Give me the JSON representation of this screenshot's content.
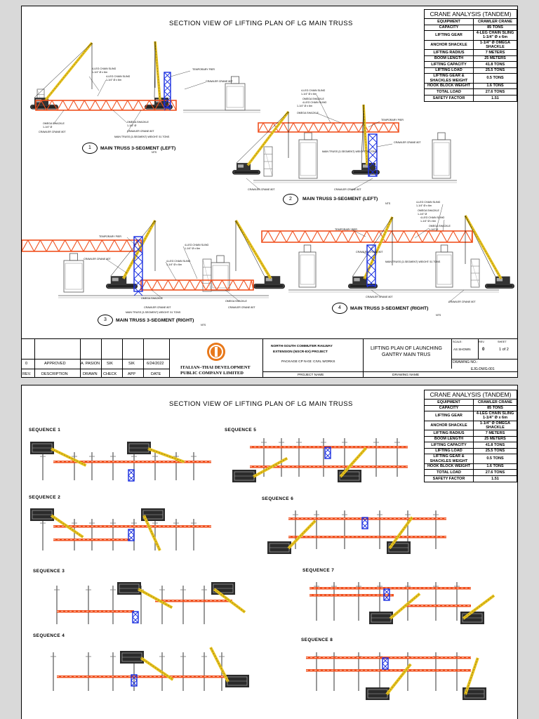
{
  "sheet1": {
    "title": "SECTION VIEW OF LIFTING PLAN OF LG MAIN TRUSS",
    "captions": [
      {
        "num": "1",
        "text": "MAIN TRUSS 3-SEGMENT (LEFT)"
      },
      {
        "num": "2",
        "text": "MAIN TRUSS 3-SEGMENT (LEFT)"
      },
      {
        "num": "3",
        "text": "MAIN TRUSS 3-SEGMENT (RIGHT)"
      },
      {
        "num": "4",
        "text": "MAIN TRUSS 3-SEGMENT (RIGHT)"
      }
    ],
    "labels": {
      "chain_sling": "4-LEG CHAIN SLING",
      "chain_sling_size": "1-1/4\" Ø x 6m",
      "omega": "OMEGA SHACKLE",
      "omega_size": "1-1/4\" Ø",
      "crawler": "CRAWLER CRANE 80T",
      "main_truss": "MAIN TRUSS (3-SEGMENT) WEIGHT: 51 TONS",
      "temp_pier": "TEMPORARY PIER",
      "nts": "NTS"
    }
  },
  "sheet2": {
    "title": "SECTION VIEW OF LIFTING PLAN OF LG MAIN TRUSS",
    "sequences": [
      "SEQUENCE 1",
      "SEQUENCE 2",
      "SEQUENCE 3",
      "SEQUENCE 4",
      "SEQUENCE 5",
      "SEQUENCE 6",
      "SEQUENCE 7",
      "SEQUENCE 8"
    ]
  },
  "crane_table": {
    "caption": "CRANE ANALYSIS (TANDEM)",
    "rows": [
      [
        "EQUIPMENT",
        "CRAWLER CRANE"
      ],
      [
        "CAPACITY",
        "85 TONS"
      ],
      [
        "LIFTING GEAR",
        "4-LEG CHAIN SLING 1-1/4\" Ø x 6m"
      ],
      [
        "ANCHOR SHACKLE",
        "1-1/4\" Ø OMEGA SHACKLE"
      ],
      [
        "LIFTING RADIUS",
        "7 METERS"
      ],
      [
        "BOOM LENGTH",
        "25 METERS"
      ],
      [
        "LIFTING CAPACITY",
        "41.8 TONS"
      ],
      [
        "LIFTING LOAD",
        "25.5 TONS"
      ],
      [
        "LIFTING GEAR & SHACKLES WEIGHT",
        "0.5 TONS"
      ],
      [
        "HOOK BLOCK WEIGHT",
        "1.6 TONS"
      ],
      [
        "TOTAL LOAD",
        "27.6 TONS"
      ],
      [
        "SAFETY FACTOR",
        "1.51"
      ]
    ]
  },
  "title_block": {
    "rev_row": {
      "rev": "0",
      "description": "APPROVED",
      "drawn": "A. PASION",
      "check": "SIK",
      "app": "SIK",
      "date": "6/24/2022"
    },
    "headers": {
      "rev": "REV.",
      "description": "DESCRIPTION",
      "drawn": "DRAWN",
      "check": "CHECK",
      "app": "APP",
      "date": "DATE"
    },
    "company_line1": "ITALIAN–THAI DEVELOPMENT",
    "company_line2": "PUBLIC COMPANY LIMITED",
    "project_line1": "NORTH-SOUTH COMMUTER RAILWAY",
    "project_line2": "EXTENSION (NSCR-EX) PROJECT",
    "package": "PACKAGE CP N-03: CIVIL WORKS",
    "project_name_label": "PROJECT NAME",
    "drawing_title_1": "LIFTING PLAN OF LAUNCHING",
    "drawing_title_2": "GANTRY MAIN TRUS",
    "drawing_name_label": "DRAWING NAME",
    "scale_label": "SCALE:",
    "scale": "AS SHOWN",
    "rev_label": "REV.",
    "rev_value": "0",
    "sheet_label": "SHEET",
    "sheet": "1 of 2",
    "drawing_no_label": "DRAWING NO.:",
    "drawing_no": "EJG-DWG-001"
  },
  "colors": {
    "truss": "#f0501e",
    "crane": "#e8c21a",
    "column": "#1a2fe0",
    "line": "#000000"
  }
}
